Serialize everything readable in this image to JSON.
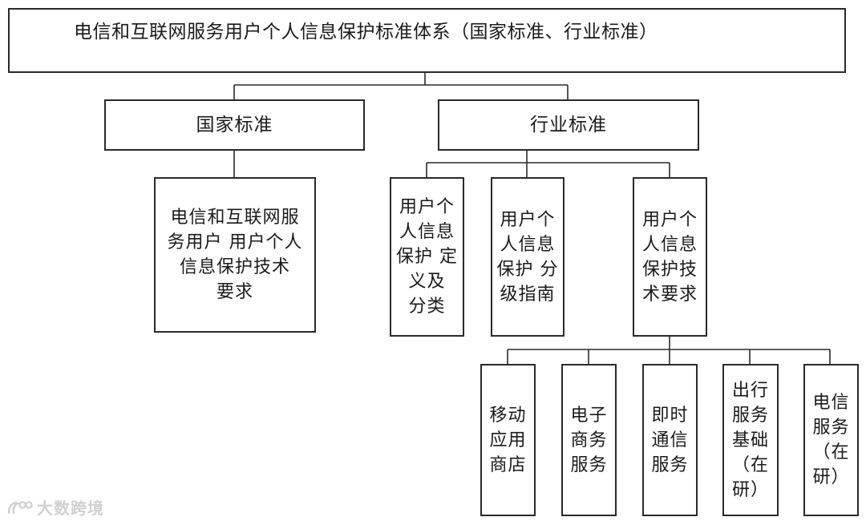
{
  "diagram": {
    "root": "电信和互联网服务用户个人信息保护标准体系（国家标准、行业标准）",
    "national": {
      "label": "国家标准",
      "child": "电信和互联网服\n务用户 用户个人\n信息保护技术\n要求"
    },
    "industry": {
      "label": "行业标准",
      "children": [
        "用户个\n人信息\n保护 定\n义及\n分类",
        "用户个\n人信息\n保护 分\n级指南",
        "用户个\n人信息\n保护技\n术要求"
      ],
      "tech_children": [
        "移动\n应用\n商店",
        "电子\n商务\n服务",
        "即时\n通信\n服务",
        "出行\n服务\n基础\n（在\n研）",
        "电信\n服务\n（在\n研）"
      ]
    }
  },
  "watermark": {
    "text": "大数跨境"
  },
  "colors": {
    "line": "#2a2a2a",
    "watermark": "#d0d0d0"
  }
}
